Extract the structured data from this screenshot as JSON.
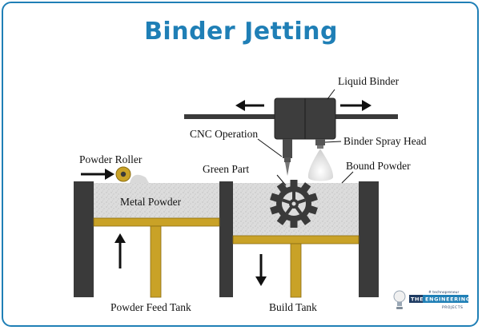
{
  "title": "Binder Jetting",
  "labels": {
    "liquid_binder": "Liquid Binder",
    "cnc_operation": "CNC Operation",
    "binder_spray_head": "Binder Spray Head",
    "powder_roller": "Powder Roller",
    "green_part": "Green Part",
    "bound_powder": "Bound Powder",
    "metal_powder": "Metal Powder",
    "powder_feed_tank": "Powder Feed Tank",
    "build_tank": "Build Tank"
  },
  "logo": {
    "tagline": "# technopreneur",
    "badge_left": "THE",
    "badge_right": "ENGINEERING",
    "subtitle": "PROJECTS"
  },
  "colors": {
    "title": "#1f7fb6",
    "frame": "#1f7fb6",
    "powder": "#d9d9d9",
    "wall": "#3a3a3a",
    "piston": "#c9a227",
    "roller": "#c9a227",
    "head": "#3d3d3d"
  }
}
